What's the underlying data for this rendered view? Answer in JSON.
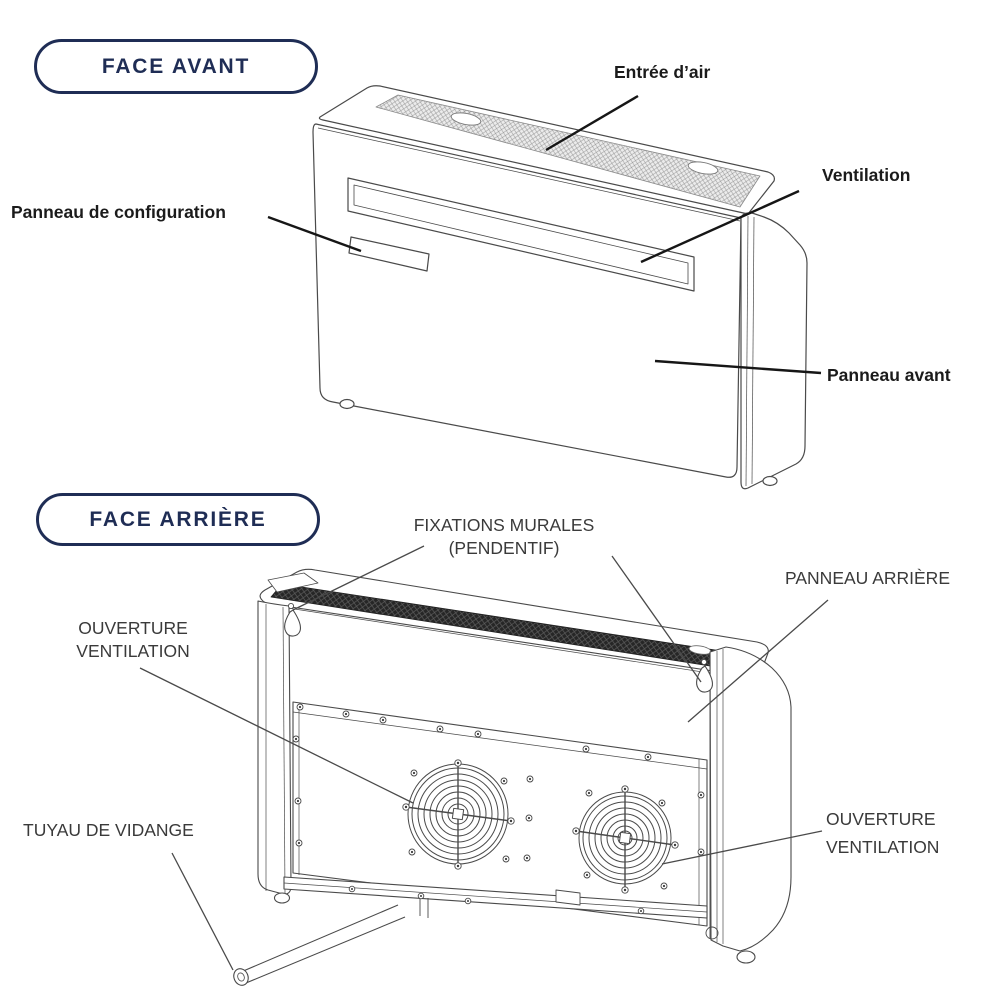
{
  "front": {
    "badge": "FACE AVANT",
    "air_inlet": "Entrée d’air",
    "ventilation": "Ventilation",
    "config_panel": "Panneau de configuration",
    "front_panel": "Panneau avant"
  },
  "rear": {
    "badge": "FACE ARRIÈRE",
    "wall_mounts_1": "FIXATIONS MURALES",
    "wall_mounts_2": "(PENDENTIF)",
    "rear_panel": "PANNEAU ARRIÈRE",
    "vent_left_1": "OUVERTURE",
    "vent_left_2": "VENTILATION",
    "drain_hose": "TUYAU DE VIDANGE",
    "vent_right_1": "OUVERTURE",
    "vent_right_2": "VENTILATION"
  },
  "colors": {
    "badge_navy": "#1f2d55",
    "front_label": "#1b1b1b",
    "rear_label": "#3a3a3a",
    "diagram_line": "#4a4a4a",
    "grille_dark": "#262626"
  }
}
